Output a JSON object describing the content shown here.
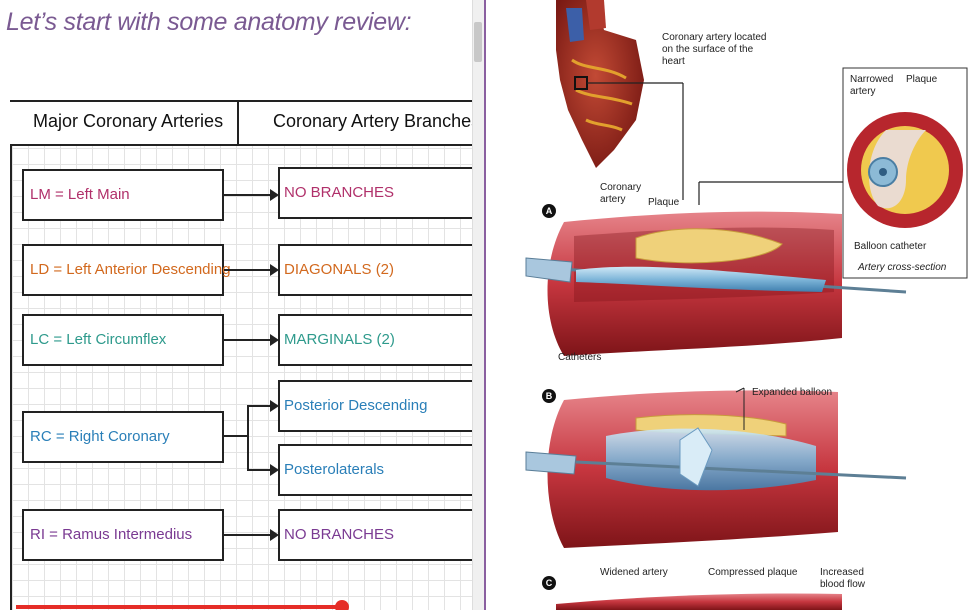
{
  "title": "Let’s start with some anatomy review:",
  "table": {
    "header_left": "Major Coronary Arteries",
    "header_right": "Coronary Artery Branches"
  },
  "arteries": [
    {
      "label": "LM = Left Main",
      "color": "#b0306a"
    },
    {
      "label": "LD = Left Anterior Descending",
      "color": "#d2691e"
    },
    {
      "label": "LC = Left Circumflex",
      "color": "#2e9a8c"
    },
    {
      "label": "RC = Right Coronary",
      "color": "#2a7fb8"
    },
    {
      "label": "RI = Ramus Intermedius",
      "color": "#7a3a92"
    }
  ],
  "branches": [
    {
      "label": "NO BRANCHES",
      "color": "#b0306a"
    },
    {
      "label": "DIAGONALS (2)",
      "color": "#d2691e"
    },
    {
      "label": "MARGINALS (2)",
      "color": "#2e9a8c"
    },
    {
      "label": "Posterior Descending",
      "color": "#2a7fb8"
    },
    {
      "label": "Posterolaterals",
      "color": "#2a7fb8"
    },
    {
      "label": "NO BRANCHES",
      "color": "#7a3a92"
    }
  ],
  "diagram": {
    "top_label": "Coronary artery located on the surface of the heart",
    "narrowed_artery": "Narrowed artery",
    "plaque": "Plaque",
    "balloon_catheter": "Balloon catheter",
    "cross_section": "Artery cross-section",
    "coronary_artery": "Coronary artery",
    "plaque_a": "Plaque",
    "catheters": "Catheters",
    "expanded_balloon": "Expanded balloon",
    "widened_artery": "Widened artery",
    "compressed_plaque": "Compressed plaque",
    "increased_blood_flow": "Increased blood flow",
    "step_a": "A",
    "step_b": "B",
    "step_c": "C"
  },
  "video": {
    "progress": 0.35,
    "accent": "#e52d27"
  },
  "accent_divider": "#8a5fa0"
}
